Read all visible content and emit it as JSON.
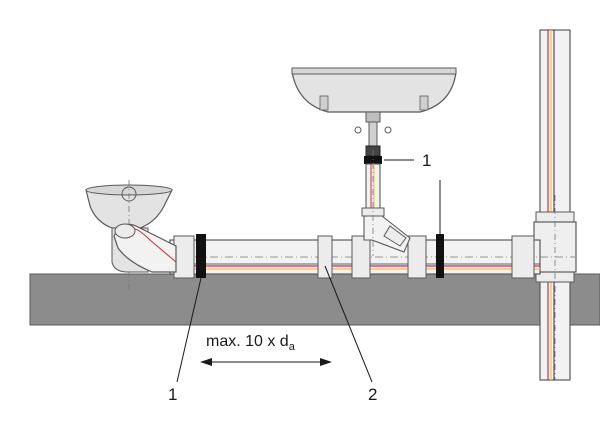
{
  "labels": {
    "fixed_point_top": "1",
    "fixed_point_bottom": "1",
    "sliding_bracket": "2"
  },
  "dimension": {
    "text": "max. 10 x d",
    "subscript": "a"
  },
  "colors": {
    "slab": "#8c8c8c",
    "pipe_fill": "#f2f2f2",
    "pipe_outline": "#5a5a5a",
    "stripe_red": "#c8344a",
    "stripe_yellow": "#e8c449",
    "stripe_dark": "#3b2a4a",
    "clamp": "#111111",
    "fixture": "#e3e3e3"
  }
}
